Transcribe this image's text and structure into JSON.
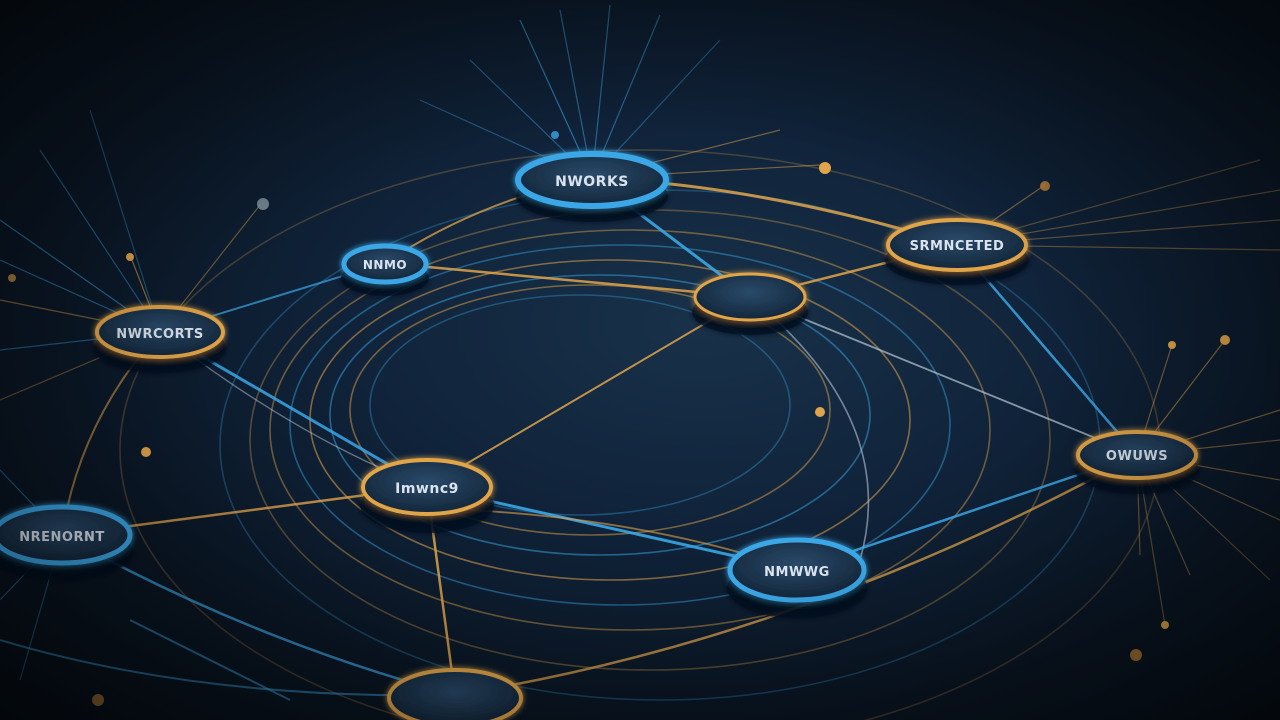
{
  "colors": {
    "background": "#0b1520",
    "gold": "#e0a44a",
    "blue": "#3aa7e6",
    "node_fill": "#1b3550"
  },
  "nodes": [
    {
      "id": "top",
      "label": "NWORKS",
      "ring": "blue"
    },
    {
      "id": "small-blue",
      "label": "NNMO",
      "ring": "blue"
    },
    {
      "id": "left-gold",
      "label": "NWRCORTS",
      "ring": "gold"
    },
    {
      "id": "right-gold",
      "label": "SRMNCETED",
      "ring": "gold"
    },
    {
      "id": "center-top",
      "label": "",
      "ring": "gold"
    },
    {
      "id": "center",
      "label": "Imwnc9",
      "ring": "gold"
    },
    {
      "id": "far-left",
      "label": "NRENORNT",
      "ring": "blue"
    },
    {
      "id": "right-lower",
      "label": "OWUWS",
      "ring": "gold"
    },
    {
      "id": "bottom-right",
      "label": "NMWWG",
      "ring": "blue"
    },
    {
      "id": "bottom",
      "label": "",
      "ring": "gold"
    }
  ]
}
